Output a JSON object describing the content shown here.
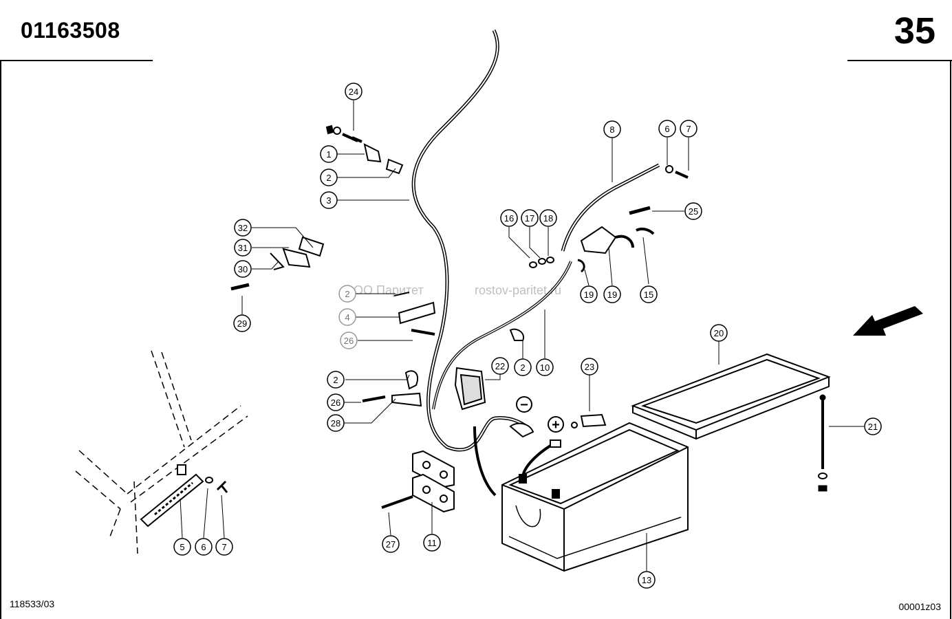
{
  "header": {
    "doc_number": "01163508",
    "page_number": "35"
  },
  "footer": {
    "ref_left": "118533/03",
    "ref_right": "00001z03"
  },
  "watermark": {
    "company": "ООО Паритет",
    "site": "rostov-paritet.ru"
  },
  "symbols": {
    "minus": "−",
    "plus": "+"
  },
  "callouts": {
    "c24": "24",
    "c1": "1",
    "c2a": "2",
    "c3": "3",
    "c32": "32",
    "c31": "31",
    "c30": "30",
    "c29": "29",
    "c2b": "2",
    "c4": "4",
    "c26a": "26",
    "c2c": "2",
    "c26b": "26",
    "c28": "28",
    "c22": "22",
    "c2d": "2",
    "c10": "10",
    "c16": "16",
    "c17": "17",
    "c18": "18",
    "c19a": "19",
    "c19b": "19",
    "c8": "8",
    "c6a": "6",
    "c7a": "7",
    "c25": "25",
    "c15": "15",
    "c20": "20",
    "c21": "21",
    "c23": "23",
    "c13": "13",
    "c11": "11",
    "c27": "27",
    "c5": "5",
    "c6b": "6",
    "c7b": "7"
  }
}
